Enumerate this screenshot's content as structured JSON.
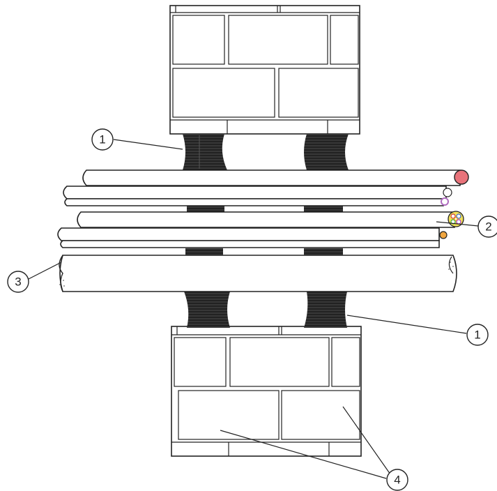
{
  "callouts": [
    {
      "id": "c1a",
      "label": "1"
    },
    {
      "id": "c1b",
      "label": "1"
    },
    {
      "id": "c2",
      "label": "2"
    },
    {
      "id": "c3",
      "label": "3"
    },
    {
      "id": "c4",
      "label": "4"
    }
  ],
  "colors": {
    "line": "#222222",
    "seal": "#222222",
    "cable_red": "#e8737a",
    "cable_purple": "#b06cc0",
    "cable_multicore": "#f2e15a",
    "cable_orange": "#f0a640"
  }
}
